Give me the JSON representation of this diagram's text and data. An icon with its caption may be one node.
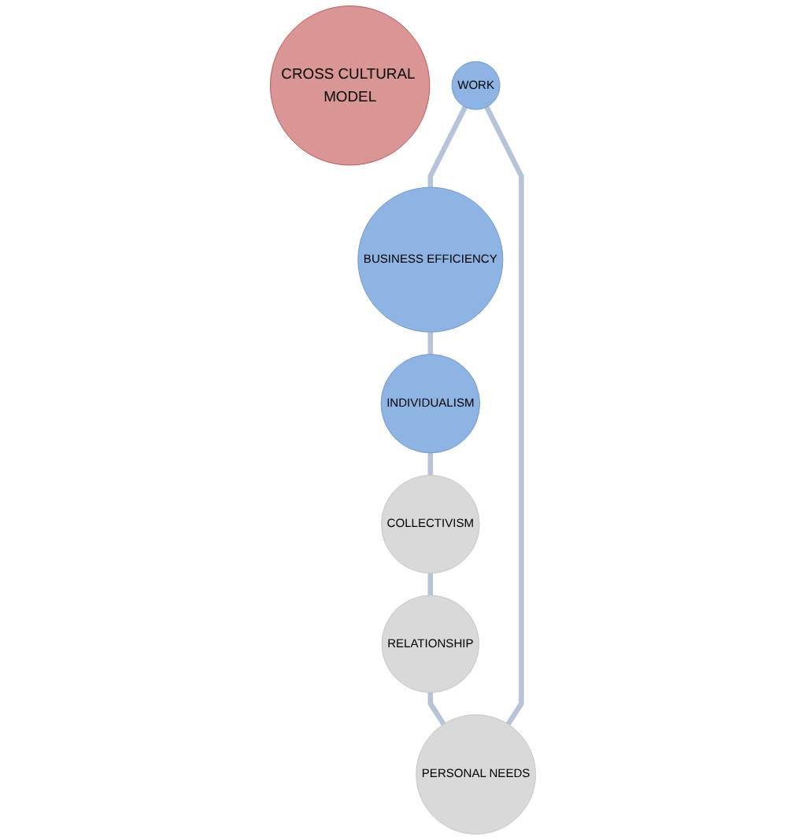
{
  "diagram": {
    "nodes": [
      {
        "text": [
          "CROSS CULTURAL MODEL"
        ]
      },
      {
        "text": [
          "WORK"
        ]
      },
      {
        "text": [
          "BUSINESS EFFICIENCY"
        ]
      },
      {
        "text": [
          "INDIVIDUALISM"
        ]
      },
      {
        "text": [
          "COLLECTIVISM"
        ]
      },
      {
        "text": [
          "RELATIONSHIP"
        ]
      },
      {
        "text": [
          "PERSONAL NEEDS"
        ]
      }
    ],
    "edges": [
      {
        "from": 1,
        "to": 2,
        "arrow": "none"
      },
      {
        "from": 2,
        "to": 3,
        "arrow": "none"
      },
      {
        "from": 3,
        "to": 4,
        "arrow": "none"
      },
      {
        "from": 4,
        "to": 5,
        "arrow": "none"
      },
      {
        "from": 5,
        "to": 6,
        "arrow": "none"
      },
      {
        "from": 6,
        "to": 1,
        "arrow": "none"
      }
    ]
  }
}
